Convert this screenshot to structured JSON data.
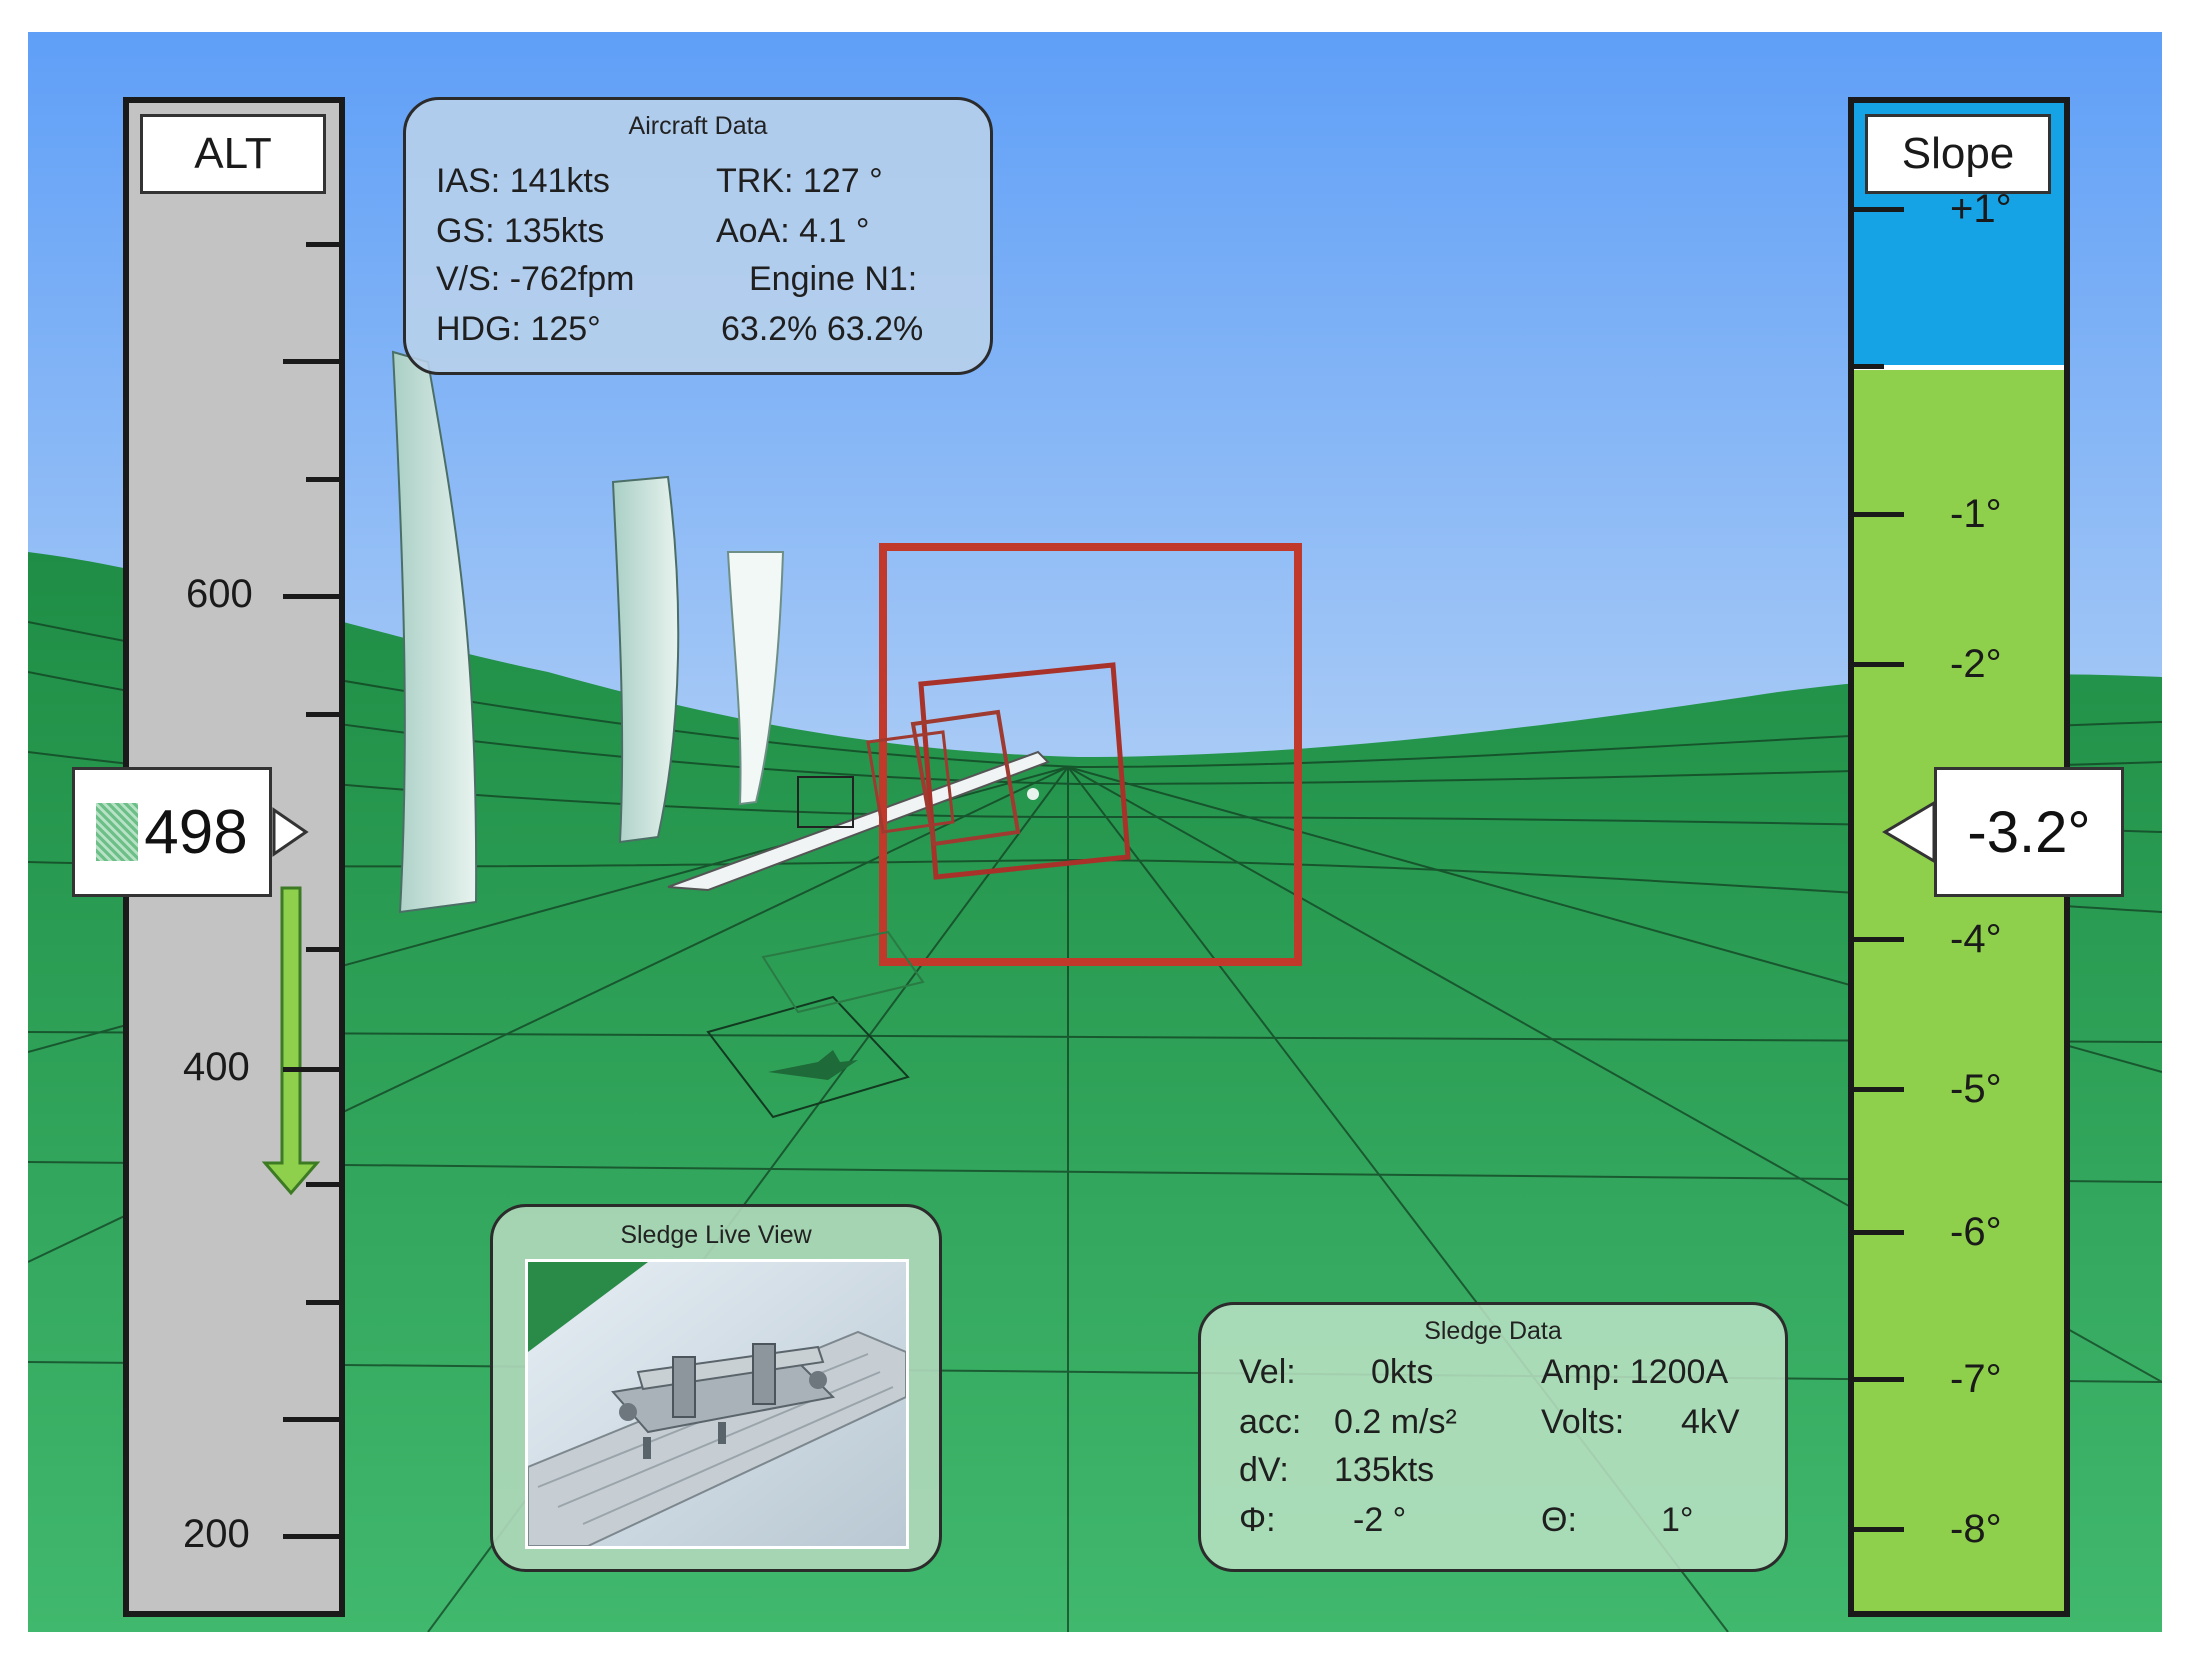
{
  "aircraft_panel": {
    "title": "Aircraft Data",
    "ias": "IAS: 141kts",
    "gs": "GS:  135kts",
    "vs": "V/S: -762fpm",
    "hdg": "HDG: 125°",
    "trk": "TRK:  127 °",
    "aoa": "AoA:  4.1 °",
    "engine_label": "Engine N1:",
    "engine_values": "63.2%  63.2%"
  },
  "altitude_tape": {
    "title": "ALT",
    "labels": [
      "600",
      "400",
      "200"
    ],
    "current": "498",
    "trend": "descending"
  },
  "slope_tape": {
    "title": "Slope",
    "labels": [
      "+1°",
      "-1°",
      "-2°",
      "-4°",
      "-5°",
      "-6°",
      "-7°",
      "-8°"
    ],
    "current": "-3.2°"
  },
  "sledge_live_view": {
    "title": "Sledge Live View"
  },
  "sledge_panel": {
    "title": "Sledge Data",
    "vel_label": "Vel:",
    "vel_value": "0kts",
    "amp": "Amp: 1200A",
    "acc_label": "acc:",
    "acc_value": "0.2 m/s²",
    "volts_label": "Volts:",
    "volts_value": "4kV",
    "dv_label": "dV:",
    "dv_value": "135kts",
    "phi_label": "Φ:",
    "phi_value": "-2 °",
    "theta_label": "Θ:",
    "theta_value": "1°"
  },
  "colors": {
    "sky_top": "#5f9ff7",
    "ground": "#3bb468",
    "slope_sky": "#15a3e6",
    "slope_ground": "#8ed04b",
    "gate_red": "#c0392b"
  }
}
